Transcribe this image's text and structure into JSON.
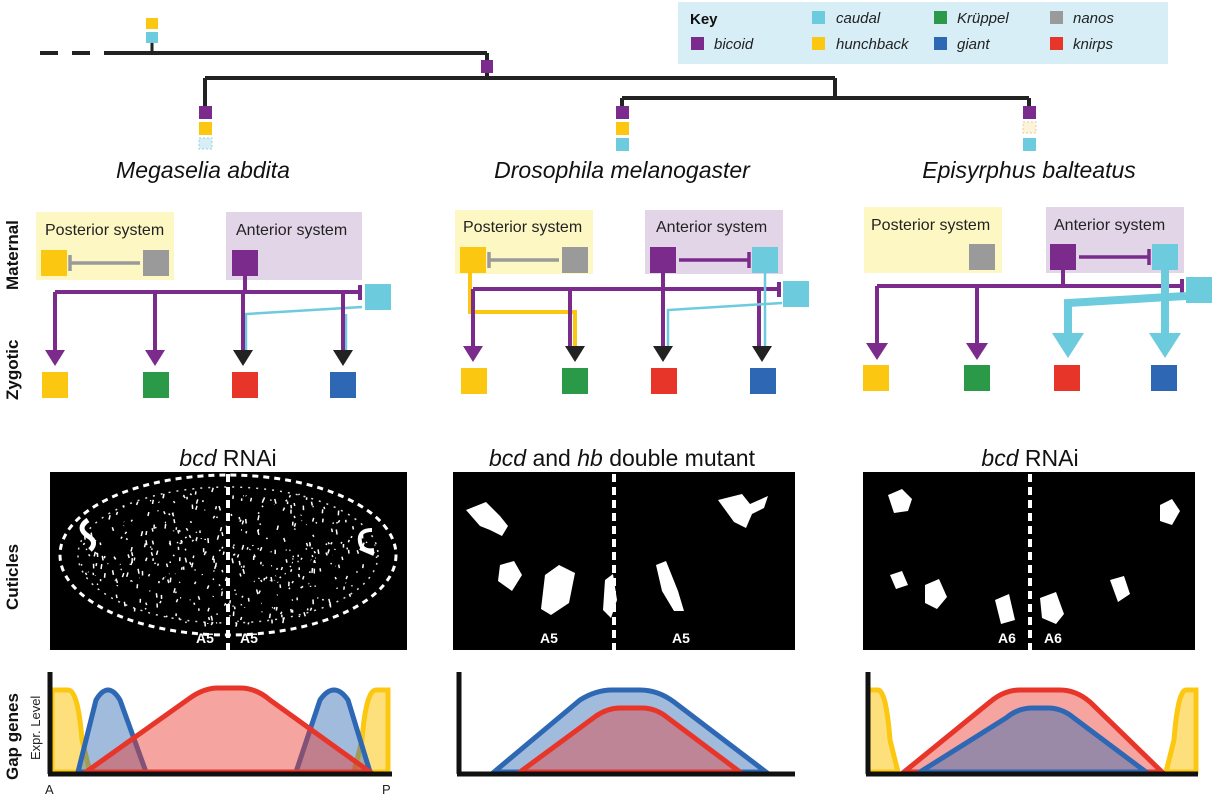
{
  "colors": {
    "bicoid": "#7b2b8c",
    "caudal": "#6ccbdc",
    "hunchback": "#fcc710",
    "kruppel": "#2a9a48",
    "giant": "#2e68b4",
    "nanos": "#9a9a9a",
    "knirps": "#e8352a",
    "posterior_box": "#fdf7c3",
    "anterior_box": "#e3d5e8",
    "key_box": "#d8eef7"
  },
  "key": {
    "title": "Key",
    "items": [
      {
        "name": "bicoid",
        "color": "#7b2b8c"
      },
      {
        "name": "caudal",
        "color": "#6ccbdc"
      },
      {
        "name": "hunchback",
        "color": "#fcc710"
      },
      {
        "name": "Krüppel",
        "color": "#2a9a48"
      },
      {
        "name": "giant",
        "color": "#2e68b4"
      },
      {
        "name": "nanos",
        "color": "#9a9a9a"
      },
      {
        "name": "knirps",
        "color": "#e8352a"
      }
    ]
  },
  "species": [
    "Megaselia abdita",
    "Drosophila melanogaster",
    "Episyrphus balteatus"
  ],
  "row_labels": {
    "maternal": "Maternal",
    "zygotic": "Zygotic",
    "cuticles": "Cuticles",
    "gap_genes": "Gap genes",
    "expr_level": "Expr. Level"
  },
  "systems": {
    "posterior": "Posterior system",
    "anterior": "Anterior system"
  },
  "cuticles": [
    {
      "title_italic": "bcd",
      "title_rest": " RNAi",
      "left_segment": "A5",
      "right_segment": "A5"
    },
    {
      "title_italic": "bcd",
      "title_mid": " and ",
      "title_italic2": "hb",
      "title_rest": " double mutant",
      "left_segment": "A5",
      "right_segment": "A5"
    },
    {
      "title_italic": "bcd",
      "title_rest": " RNAi",
      "left_segment": "A6",
      "right_segment": "A6"
    }
  ],
  "axis": {
    "anterior": "A",
    "posterior": "P"
  }
}
